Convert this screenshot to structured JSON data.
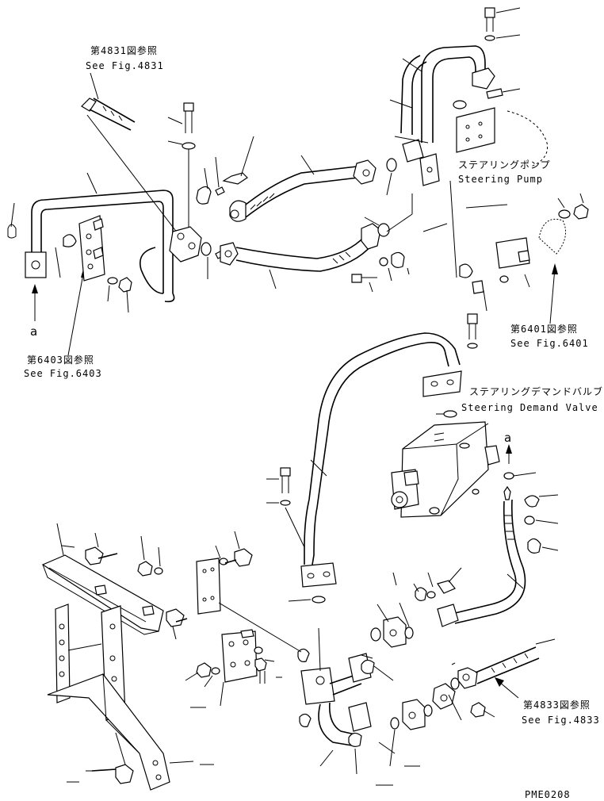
{
  "refs": {
    "fig4831": {
      "jp": "第4831図参照",
      "en": "See Fig.4831"
    },
    "fig6403": {
      "jp": "第6403図参照",
      "en": "See Fig.6403"
    },
    "fig6401": {
      "jp": "第6401図参照",
      "en": "See Fig.6401"
    },
    "fig4833": {
      "jp": "第4833図参照",
      "en": "See Fig.4833"
    }
  },
  "components": {
    "steering_pump": {
      "jp": "ステアリングポンプ",
      "en": "Steering Pump"
    },
    "steering_demand_valve": {
      "jp": "ステアリングデマンドバルブ",
      "en": "Steering Demand Valve"
    }
  },
  "markers": {
    "left_a": "a",
    "right_a": "a"
  },
  "drawing_code": "PME0208"
}
